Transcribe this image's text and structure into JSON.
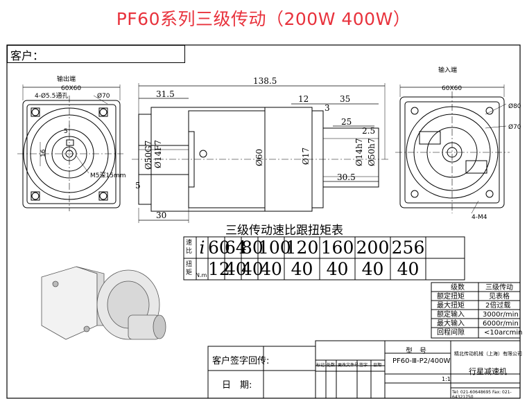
{
  "title": "PF60系列三级传动（200W 400W）",
  "customer_label": "客户：",
  "output_view": {
    "label": "输出端",
    "flange": "60X60",
    "holes": "4-Ø5.5通孔",
    "pcd": "Ø70",
    "key_width": "5",
    "shaft_height": "16",
    "screw": "M5深15mm"
  },
  "input_view": {
    "label": "输入端",
    "flange": "60X60",
    "pcd_outer": "Ø80",
    "pcd_inner": "Ø70",
    "screws": "4-M4"
  },
  "side_view": {
    "total_length": "138.5",
    "shaft_length": "31.5",
    "flange_thickness": "12",
    "dim_3": "3",
    "dim_35": "35",
    "dim_25": "25",
    "dim_2_5": "2.5",
    "dim_30_5": "30.5",
    "dim_30": "30",
    "dim_5": "5",
    "d_body": "Ø60",
    "d_shaft": "Ø14F7",
    "d_pilot": "Ø50G7",
    "d_input": "Ø17",
    "d_input_shaft": "Ø14h7",
    "d_input_pilot": "Ø50h7"
  },
  "ratio_table": {
    "title": "三级传动速比跟扭矩表",
    "row1_label_top": "速",
    "row1_label_bottom": "比",
    "row1_symbol": "i",
    "row2_label_top": "扭",
    "row2_label_bottom": "矩",
    "row2_symbol": "N.m",
    "ratios": [
      "60",
      "64",
      "80",
      "100",
      "120",
      "160",
      "200",
      "256"
    ],
    "torques": [
      "12",
      "40",
      "40",
      "40",
      "40",
      "40",
      "40",
      "40"
    ]
  },
  "spec_table": {
    "rows": [
      {
        "name": "级数",
        "value": "三级传动"
      },
      {
        "name": "额定扭矩",
        "value": "见表格"
      },
      {
        "name": "最大扭矩",
        "value": "2倍过载"
      },
      {
        "name": "额定输入",
        "value": "3000r/min"
      },
      {
        "name": "最大输入",
        "value": "6000r/min"
      },
      {
        "name": "回程间隙",
        "value": "<10arcmin"
      }
    ]
  },
  "title_block": {
    "customer_sign": "客户签字回传:",
    "date_label": "日　期:",
    "model_label": "型　号",
    "model_value": "PF60-Ⅲ-P2/400W",
    "product_name": "行星减速机",
    "company": "精北传动机械（上海）有限公司",
    "scale": "1:1",
    "col_labels": [
      "标记",
      "处数",
      "更改文件号",
      "签字",
      "日期"
    ],
    "contact": "Tel: 021-60648695   Fax: 021-64321750"
  }
}
